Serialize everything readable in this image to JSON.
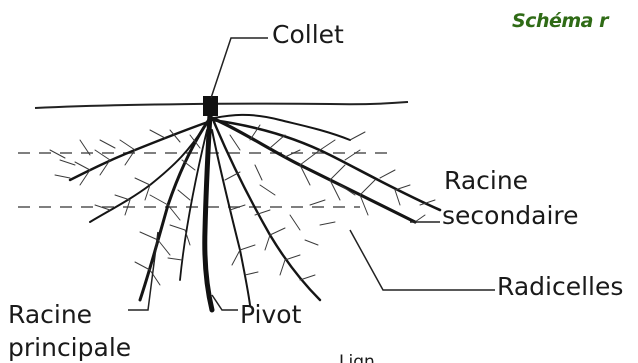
{
  "title": "Schéma r",
  "labels": {
    "collet": "Collet",
    "racine_secondaire_1": "Racine",
    "racine_secondaire_2": "secondaire",
    "radicelles": "Radicelles",
    "racine_principale_1": "Racine",
    "racine_principale_2": "principale",
    "pivot": "Pivot",
    "cut_text": "Lign"
  },
  "colors": {
    "title": "#2f6b16",
    "ink": "#1a1a1a"
  }
}
